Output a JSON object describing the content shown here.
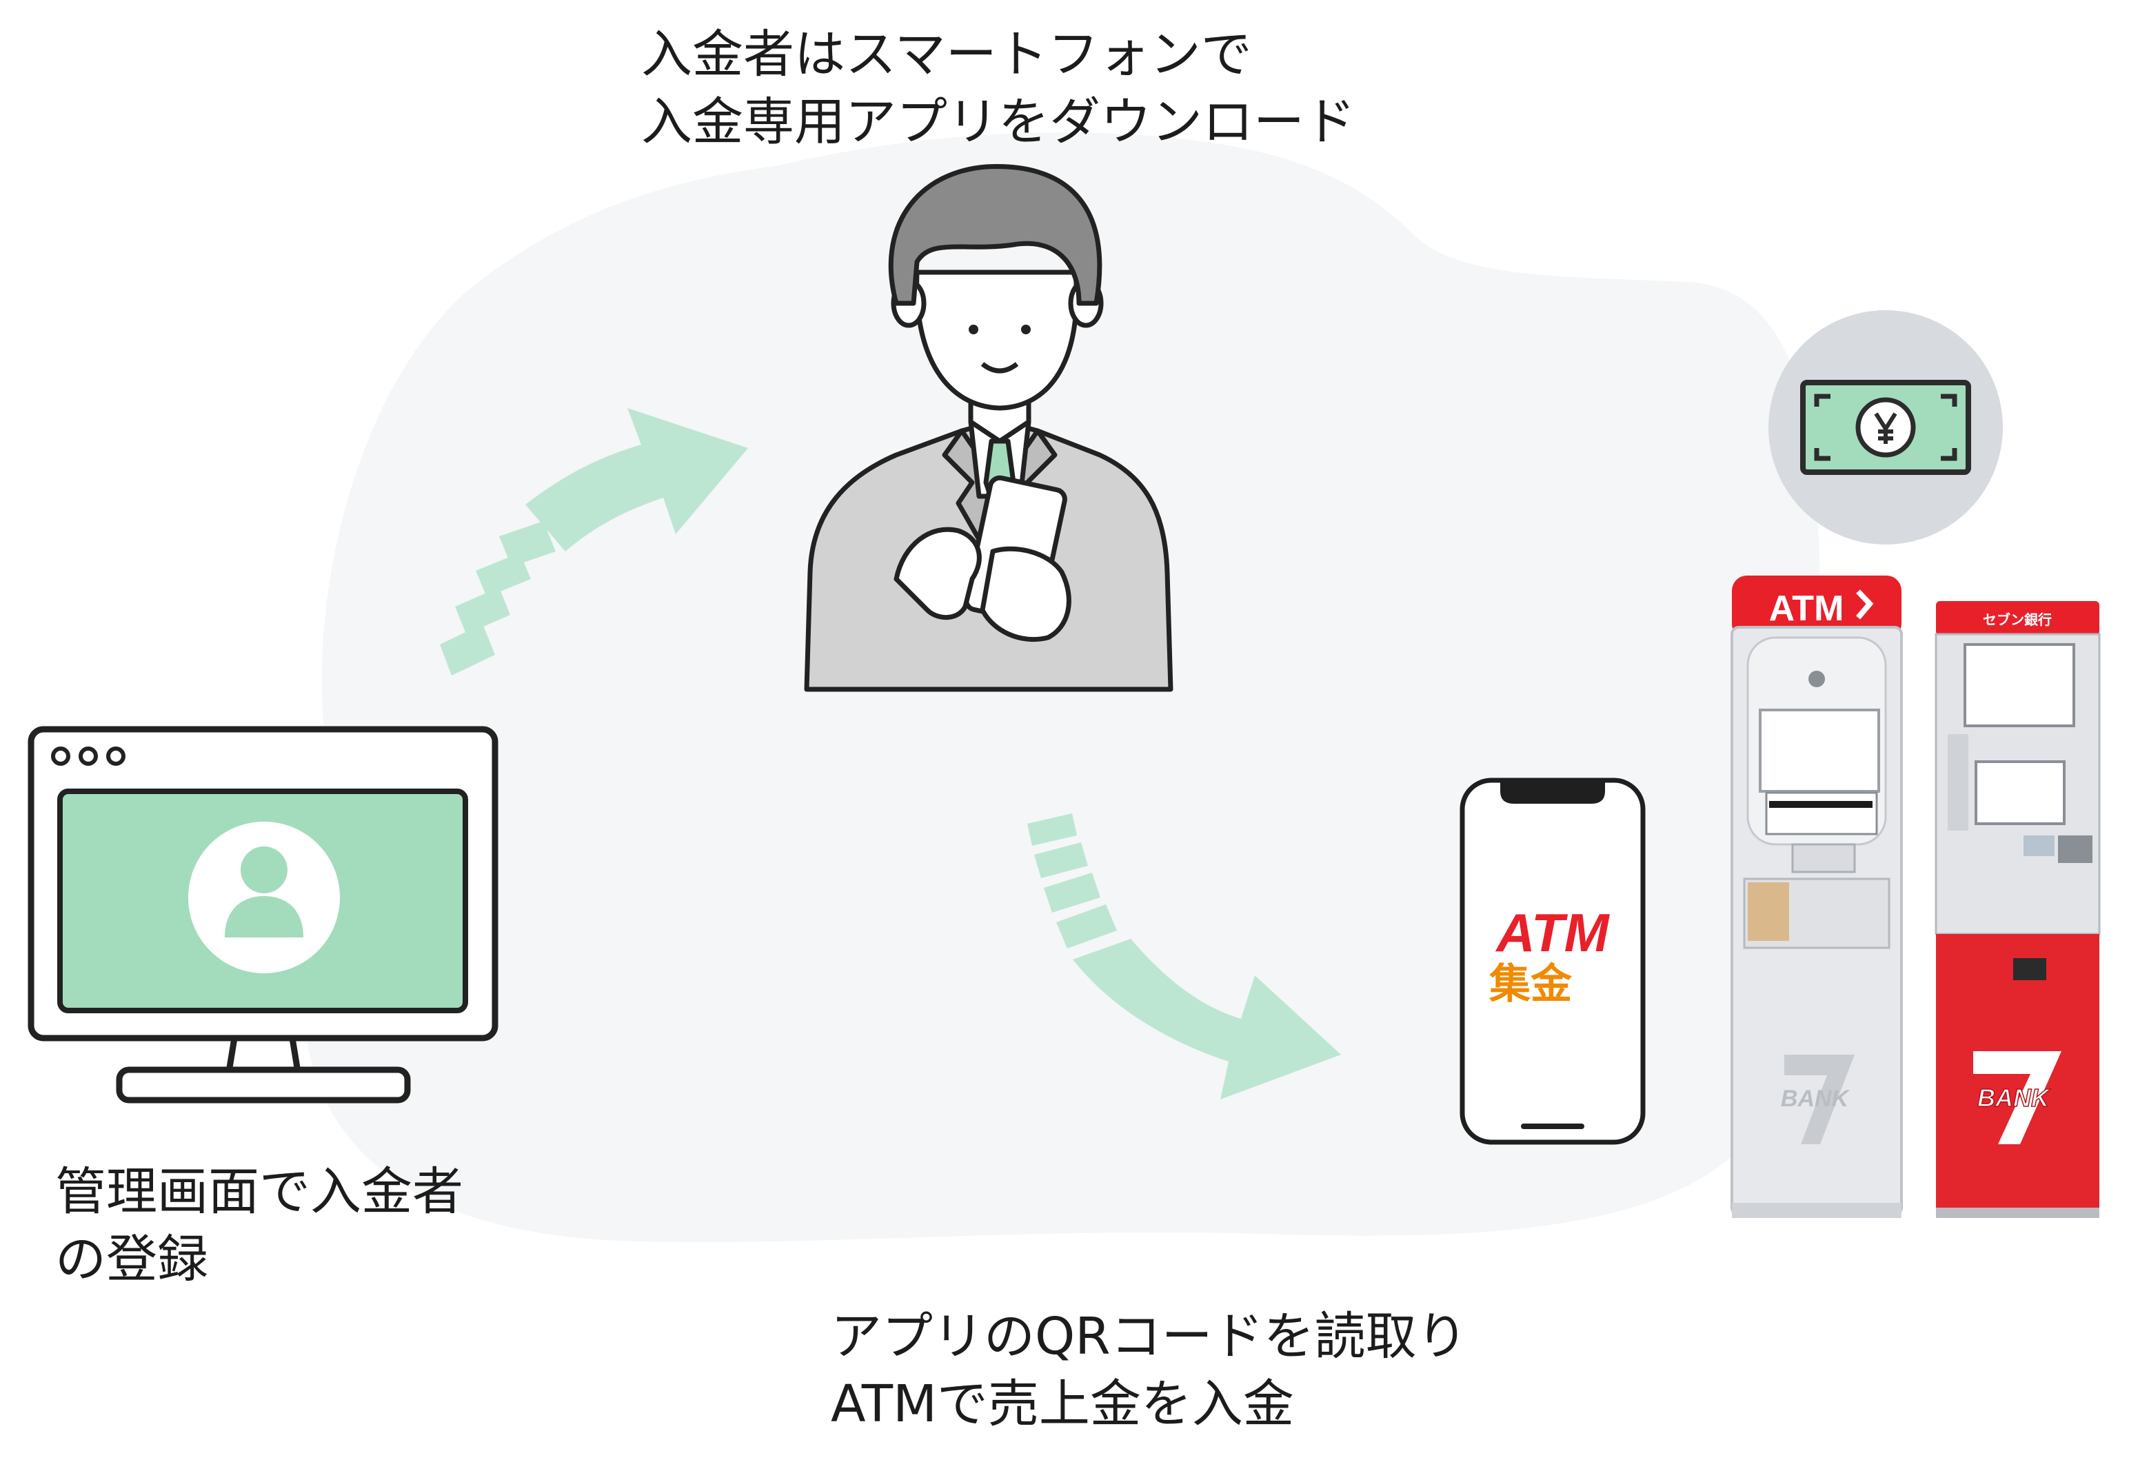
{
  "steps": {
    "download": {
      "line1": "入金者はスマートフォンで",
      "line2": "入金専用アプリをダウンロード"
    },
    "register": {
      "line1": "管理画面で入金者",
      "line2": "の登録"
    },
    "deposit": {
      "line1": "アプリのQRコードを読取り",
      "line2": "ATMで売上金を入金"
    }
  },
  "app_icon": {
    "line1": "ATM",
    "line2": "集金"
  },
  "atm_left": {
    "header": "ATM",
    "logo_text": "BANK"
  },
  "atm_right": {
    "header": "セブン銀行",
    "logo_text": "BANK"
  },
  "icons": {
    "admin": "monitor-user-icon",
    "person": "person-with-smartphone-icon",
    "money": "yen-banknote-icon",
    "phone": "smartphone-app-icon",
    "arrows": [
      "curved-arrow-up-right-icon",
      "curved-arrow-down-right-icon"
    ]
  },
  "colors": {
    "accent_green": "#a2dcbc",
    "arrow_green": "#bde6d2",
    "atm_red": "#e8202a",
    "app_orange": "#f08a00",
    "background_blob": "#f4f6f7",
    "money_circle": "#d7dbe0"
  }
}
